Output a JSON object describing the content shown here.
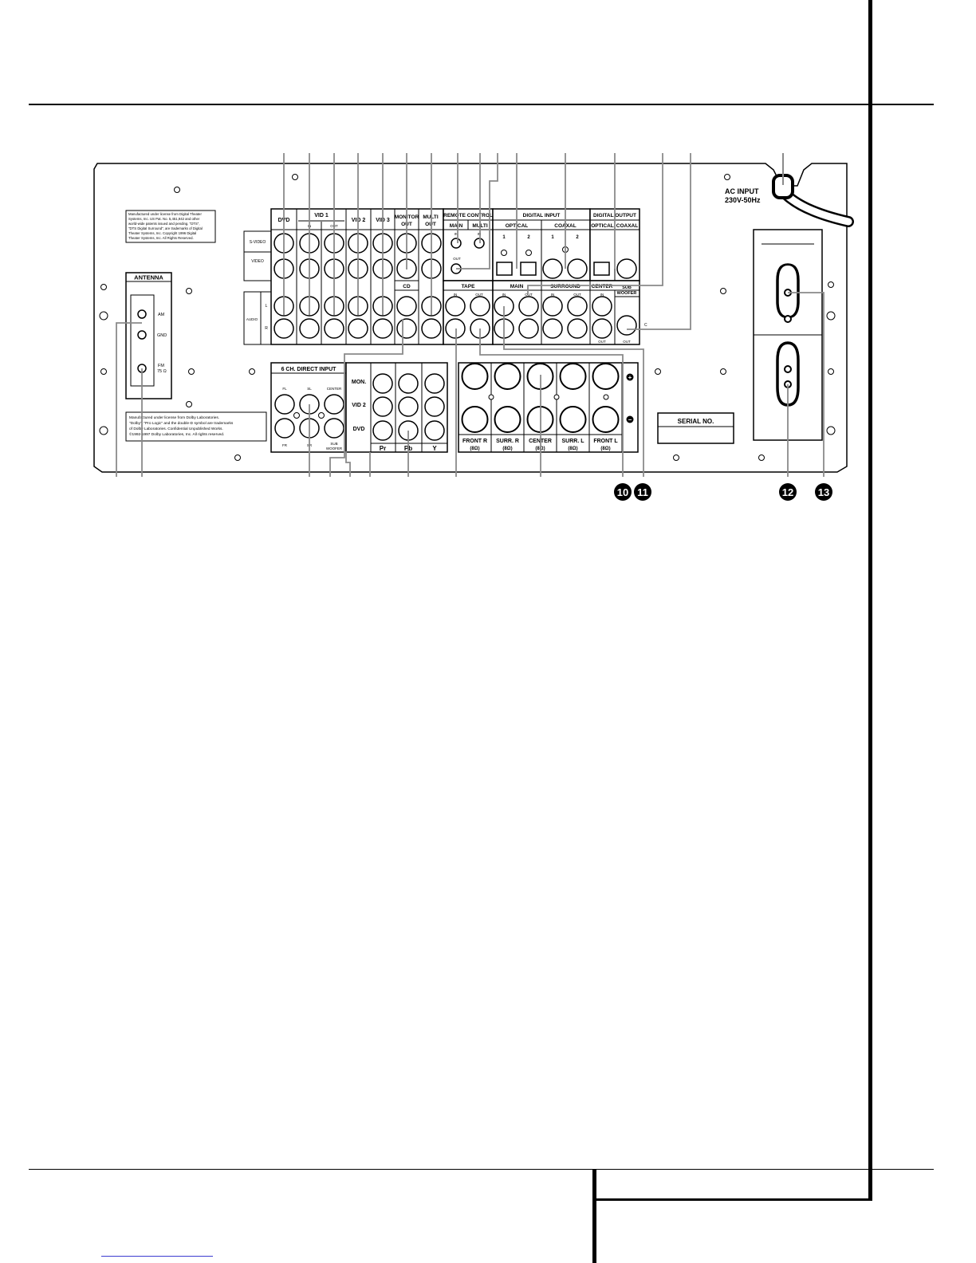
{
  "colors": {
    "ink": "#000000",
    "leader": "#8a8a8a",
    "panel": "#ffffff",
    "link": "#3b3bd1"
  },
  "antenna": {
    "title": "ANTENNA",
    "am": "AM",
    "gnd": "GND",
    "fm": "FM",
    "fm_ohm": "75 Ω"
  },
  "dts_notice": [
    "Manufactured under license from Digital Theater",
    "Systems, Inc. US Pat. No. 5,451,942 and other",
    "world-wide patents issued and pending. \"DTS\",",
    "\"DTS Digital Surround\", are trademarks of Digital",
    "Theater Systems, Inc.     Copyright 1996 Digital",
    "Theater Systems, Inc.  All Rights Reserved."
  ],
  "dolby_notice": [
    "Manufactured under license from Dolby Laboratories.",
    "\"Dolby\", \"Pro Logic\" and the double-D symbol are trademarks",
    "of Dolby Laboratories.  Confidential Unpublished Works.",
    "©1992-1997 Dolby Laboratories, Inc. All rights reserved."
  ],
  "video_audio": {
    "row_svideo": "S-VIDEO",
    "row_video": "VIDEO",
    "row_audio": "AUDIO",
    "l": "L",
    "r": "R",
    "dvd": "DVD",
    "vid1": "VID 1",
    "in": "IN",
    "out": "OUT",
    "vid2": "VID 2",
    "vid3": "VID 3",
    "monitor_out_1": "MONITOR",
    "monitor_out_2": "OUT",
    "multi_out_1": "MULTI",
    "multi_out_2": "OUT",
    "cd": "CD"
  },
  "remote_control": {
    "title": "REMOTE CONTROL",
    "main": "MAIN",
    "multi": "MULTI",
    "in": "IN",
    "out": "OUT"
  },
  "digital_input": {
    "title": "DIGITAL INPUT",
    "optical": "OPTICAL",
    "coaxial": "COAXAL",
    "n1": "1",
    "n2": "2"
  },
  "digital_output": {
    "title": "DIGITAL OUTPUT",
    "optical": "OPTICAL",
    "coaxial": "COAXAL"
  },
  "tape": {
    "title": "TAPE",
    "in": "IN",
    "out": "OUT"
  },
  "preout": {
    "main": "MAIN",
    "surround": "SURROUND",
    "center": "CENTER",
    "sub1": "SUB",
    "sub2": "WOOFER",
    "in": "IN",
    "out": "OUT",
    "c": "C"
  },
  "direct_input": {
    "title": "6 CH. DIRECT INPUT",
    "fl": "FL",
    "sl": "SL",
    "center": "CENTER",
    "fr": "FR",
    "sr": "SR",
    "sub1": "SUB",
    "sub2": "WOOFER"
  },
  "component": {
    "mon": "MON.",
    "vid2": "VID 2",
    "dvd": "DVD",
    "pr": "Pr",
    "pb": "Pb",
    "y": "Y"
  },
  "speakers": {
    "front_r": "FRONT R",
    "surr_r": "SURR. R",
    "center": "CENTER",
    "surr_l": "SURR. L",
    "front_l": "FRONT L",
    "ohm": "(8Ω)",
    "plus": "+",
    "minus": "−"
  },
  "ac_input": {
    "line1": "AC INPUT",
    "line2": "230V-50Hz"
  },
  "serial": "SERIAL NO.",
  "callouts": [
    "10",
    "11",
    "12",
    "13"
  ]
}
